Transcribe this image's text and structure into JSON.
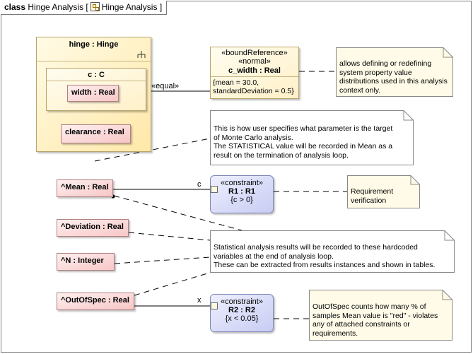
{
  "diagram": {
    "kind": "class",
    "name": "Hinge Analysis",
    "tab_name": "Hinge Analysis"
  },
  "hinge": {
    "title": "hinge : Hinge",
    "icon": "fork-structure-icon",
    "part_c": {
      "title": "c : C",
      "width": "width : Real"
    },
    "clearance": "clearance : Real"
  },
  "bound_ref": {
    "stereotype1": "«boundReference»",
    "stereotype2": "«normal»",
    "name": "c_width : Real",
    "values_line1": "{mean = 30.0,",
    "values_line2": "standardDeviation = 0.5}"
  },
  "connector_labels": {
    "equal": "«equal»",
    "c": "c",
    "x": "x"
  },
  "notes": {
    "bound_ref_note": [
      "allows defining or redefining",
      "system property value",
      "distributions used in this analysis",
      "context only."
    ],
    "target_note": [
      "This is how user specifies what parameter is the target",
      "of Monte Carlo analysis.",
      "The STATISTICAL value will be recorded in Mean as a",
      "result on the termination of analysis loop."
    ],
    "req_note": [
      "Requirement",
      "verification"
    ],
    "results_note": [
      "Statistical analysis results will be recorded to these hardcoded",
      "variables at the end of analysis loop.",
      "These can be extracted from results instances and shown in tables."
    ],
    "outofspec_note": [
      "OutOfSpec counts how many % of",
      "samples Mean value is \"red\" - violates",
      "any of attached constraints or",
      "requirements."
    ]
  },
  "results": {
    "mean": "^Mean : Real",
    "deviation": "^Deviation : Real",
    "n": "^N : Integer",
    "outofspec": "^OutOfSpec : Real"
  },
  "constraints": {
    "r1": {
      "stereotype": "«constraint»",
      "name": "R1 : R1",
      "expr": "{c > 0}"
    },
    "r2": {
      "stereotype": "«constraint»",
      "name": "R2 : R2",
      "expr": "{x < 0.05}"
    }
  }
}
